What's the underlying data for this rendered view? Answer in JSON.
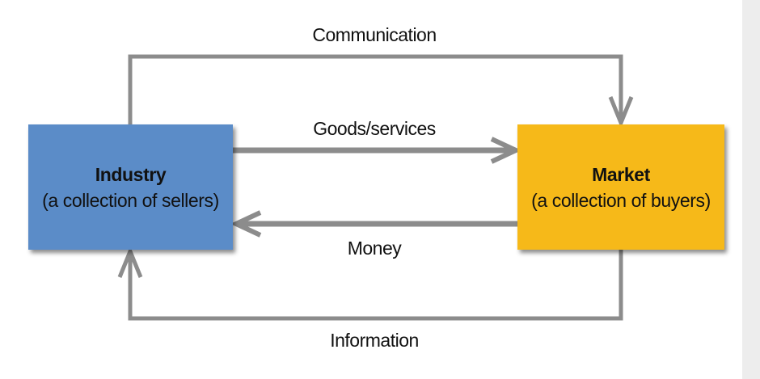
{
  "diagram": {
    "industry": {
      "title": "Industry",
      "subtitle": "(a collection of sellers)",
      "color": "#5b8cc8"
    },
    "market": {
      "title": "Market",
      "subtitle": "(a collection of buyers)",
      "color": "#f6b919"
    },
    "flows": {
      "communication": "Communication",
      "goods_services": "Goods/services",
      "money": "Money",
      "information": "Information"
    },
    "arrow_color": "#8c8c8c"
  }
}
